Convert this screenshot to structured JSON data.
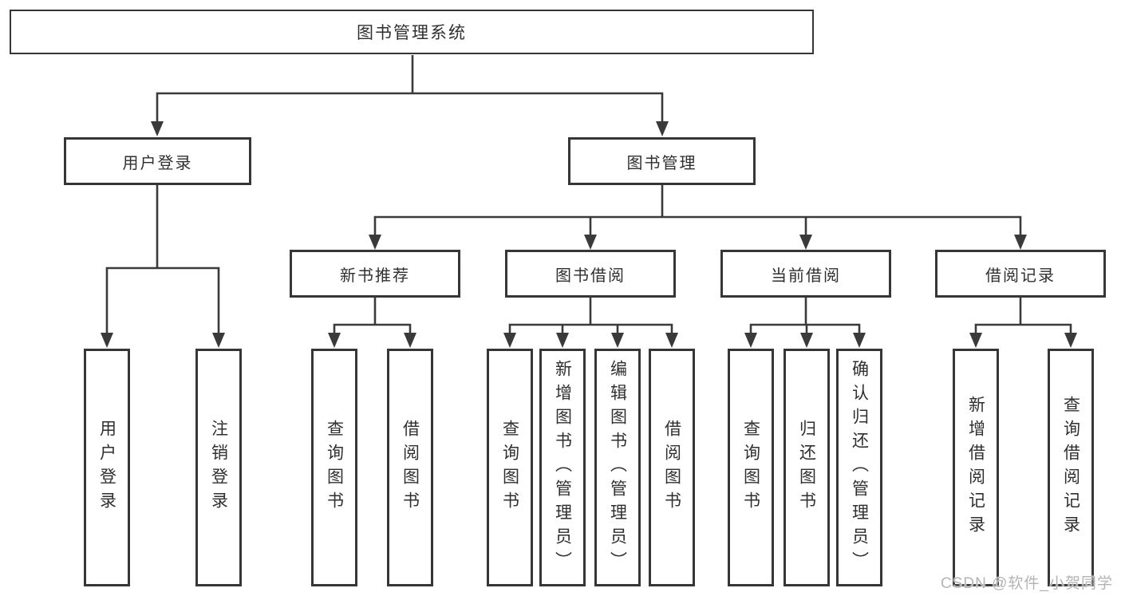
{
  "diagram": {
    "root": {
      "label": "图书管理系统"
    },
    "branches": [
      {
        "label": "用户登录",
        "children": [
          "用户登录",
          "注销登录"
        ]
      },
      {
        "label": "图书管理",
        "children": [
          {
            "label": "新书推荐",
            "children": [
              "查询图书",
              "借阅图书"
            ]
          },
          {
            "label": "图书借阅",
            "children": [
              "查询图书",
              "新增图书（管理员）",
              "编辑图书（管理员）",
              "借阅图书"
            ]
          },
          {
            "label": "当前借阅",
            "children": [
              "查询图书",
              "归还图书",
              "确认归还（管理员）"
            ]
          },
          {
            "label": "借阅记录",
            "children": [
              "新增借阅记录",
              "查询借阅记录"
            ]
          }
        ]
      }
    ],
    "colors": {
      "line": "#3a3a3a",
      "box_border": "#363636",
      "text": "#2f2f2f",
      "background": "#ffffff",
      "watermark": "#b4b4b4"
    },
    "watermark": "CSDN @软件_小贺同学"
  }
}
